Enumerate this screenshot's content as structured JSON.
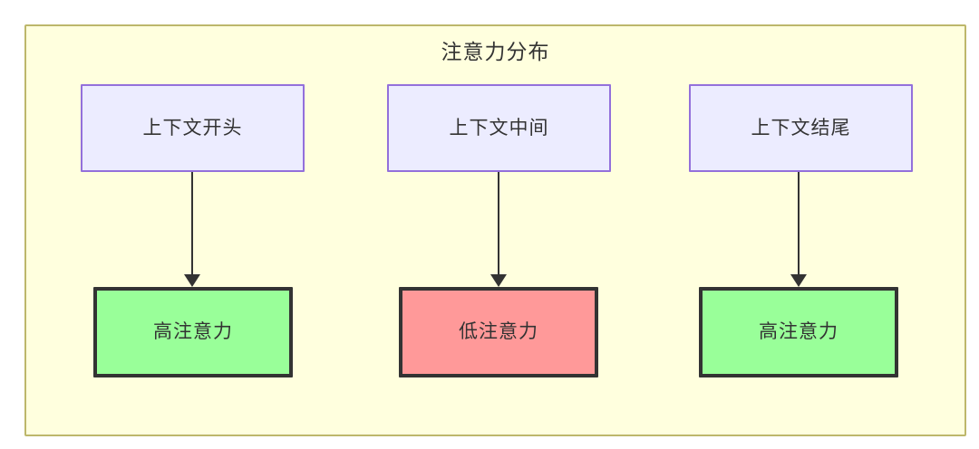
{
  "diagram": {
    "title": "注意力分布",
    "background_color": "#ffffde",
    "border_color": "#bdb76b",
    "type": "flowchart",
    "context_nodes": [
      {
        "id": "ctx-start",
        "label": "上下文开头",
        "fill": "#ececff",
        "stroke": "#9370db"
      },
      {
        "id": "ctx-middle",
        "label": "上下文中间",
        "fill": "#ececff",
        "stroke": "#9370db"
      },
      {
        "id": "ctx-end",
        "label": "上下文结尾",
        "fill": "#ececff",
        "stroke": "#9370db"
      }
    ],
    "attention_nodes": [
      {
        "id": "att-1",
        "label": "高注意力",
        "level": "high",
        "fill": "#99ff99",
        "stroke": "#333333"
      },
      {
        "id": "att-2",
        "label": "低注意力",
        "level": "low",
        "fill": "#ff9999",
        "stroke": "#333333"
      },
      {
        "id": "att-3",
        "label": "高注意力",
        "level": "high",
        "fill": "#99ff99",
        "stroke": "#333333"
      }
    ],
    "edges": [
      {
        "from": "ctx-start",
        "to": "att-1",
        "style": "solid-arrow"
      },
      {
        "from": "ctx-middle",
        "to": "att-2",
        "style": "solid-arrow"
      },
      {
        "from": "ctx-end",
        "to": "att-3",
        "style": "solid-arrow"
      }
    ]
  }
}
